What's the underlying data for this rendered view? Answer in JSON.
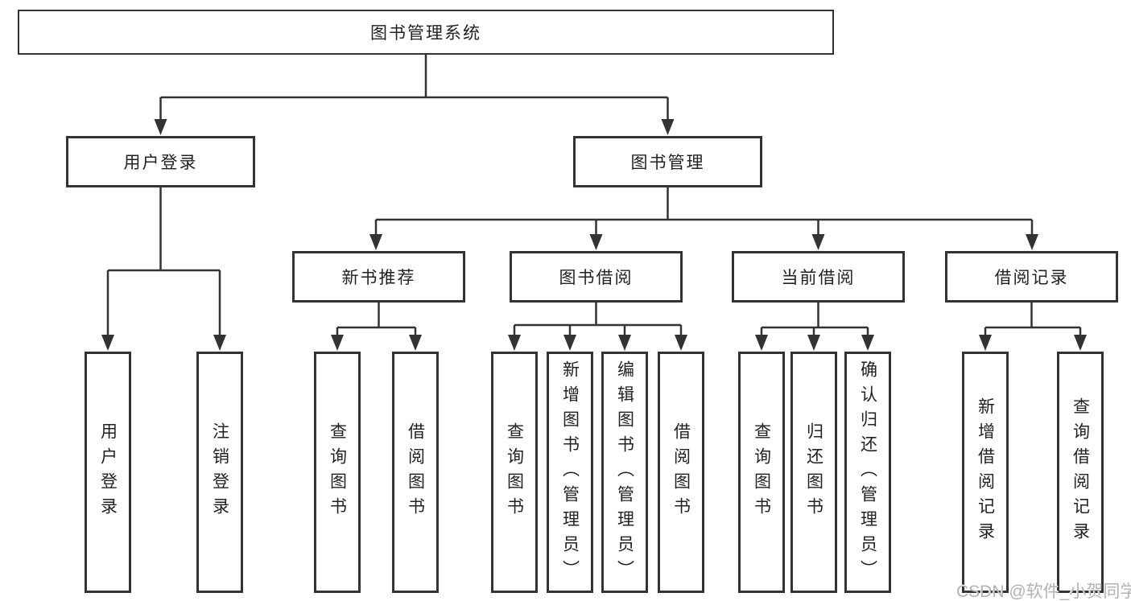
{
  "diagram_title": "图书管理系统",
  "nodes": {
    "root": {
      "label": "图书管理系统"
    },
    "level2": [
      {
        "label": "用户登录"
      },
      {
        "label": "图书管理"
      }
    ],
    "level3": [
      {
        "label": "新书推荐"
      },
      {
        "label": "图书借阅"
      },
      {
        "label": "当前借阅"
      },
      {
        "label": "借阅记录"
      }
    ],
    "leaves": [
      {
        "group": "用户登录",
        "label": "用户登录"
      },
      {
        "group": "用户登录",
        "label": "注销登录"
      },
      {
        "group": "新书推荐",
        "label": "查询图书"
      },
      {
        "group": "新书推荐",
        "label": "借阅图书"
      },
      {
        "group": "图书借阅",
        "label": "查询图书"
      },
      {
        "group": "图书借阅",
        "label": "新增图书（管理员）"
      },
      {
        "group": "图书借阅",
        "label": "编辑图书（管理员）"
      },
      {
        "group": "图书借阅",
        "label": "借阅图书"
      },
      {
        "group": "当前借阅",
        "label": "查询图书"
      },
      {
        "group": "当前借阅",
        "label": "归还图书"
      },
      {
        "group": "当前借阅",
        "label": "确认归还（管理员）"
      },
      {
        "group": "借阅记录",
        "label": "新增借阅记录"
      },
      {
        "group": "借阅记录",
        "label": "查询借阅记录"
      }
    ]
  },
  "watermark": {
    "text": "CSDN @软件_小贺同学"
  },
  "colors": {
    "line": "#333333",
    "box_border": "#333333",
    "text": "#222222",
    "background": "#ffffff",
    "watermark": "#b3b3b3"
  }
}
